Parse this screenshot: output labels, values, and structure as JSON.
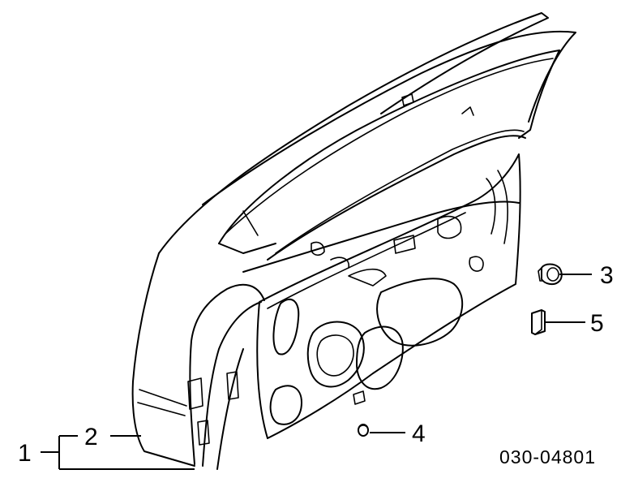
{
  "callouts": {
    "c1": "1",
    "c2": "2",
    "c3": "3",
    "c4": "4",
    "c5": "5"
  },
  "part_code": "030-04801"
}
